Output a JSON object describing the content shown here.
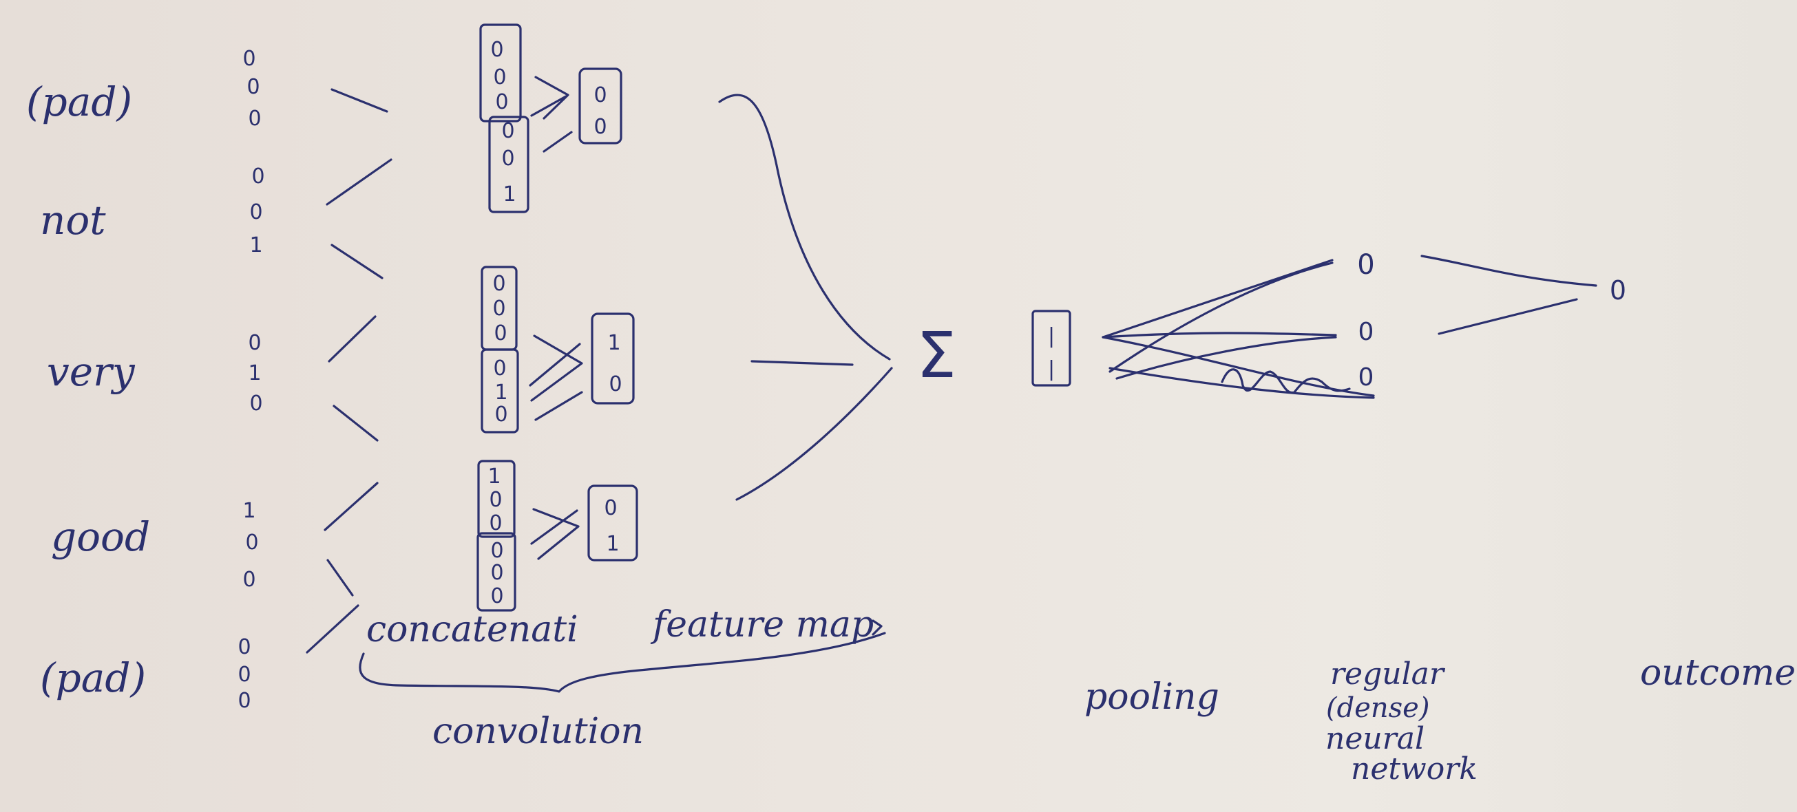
{
  "diagram": {
    "tokens": [
      "(pad)",
      "not",
      "very",
      "good",
      "(pad)"
    ],
    "embeddings": [
      [
        "0",
        "0",
        "0"
      ],
      [
        "0",
        "0",
        "1"
      ],
      [
        "0",
        "1",
        "0"
      ],
      [
        "1",
        "0",
        "0"
      ],
      [
        "0",
        "0",
        "0"
      ]
    ],
    "concat_windows": [
      {
        "top": [
          "0",
          "0",
          "0"
        ],
        "bottom": [
          "0",
          "0",
          "1"
        ]
      },
      {
        "top": [
          "0",
          "0",
          "0"
        ],
        "bottom": [
          "0",
          "1",
          "0"
        ]
      },
      {
        "top": [
          "1",
          "0",
          "0"
        ],
        "bottom": [
          "0",
          "0",
          "0"
        ]
      }
    ],
    "filter_outputs": [
      [
        "0",
        "0"
      ],
      [
        "1",
        "0"
      ],
      [
        "0",
        "1"
      ]
    ],
    "sum_symbol": "Σ",
    "pooled": [
      "|",
      "|"
    ],
    "hidden_nodes": [
      "0",
      "0",
      "0"
    ],
    "output_node": "0",
    "labels": {
      "concatenation": "concatenati",
      "feature_map": "feature map",
      "convolution": "convolution",
      "pooling": "pooling",
      "regular_line1": "regular",
      "regular_line2": "(dense)",
      "regular_line3": "neural",
      "regular_line4": "network",
      "outcome": "outcome"
    }
  }
}
